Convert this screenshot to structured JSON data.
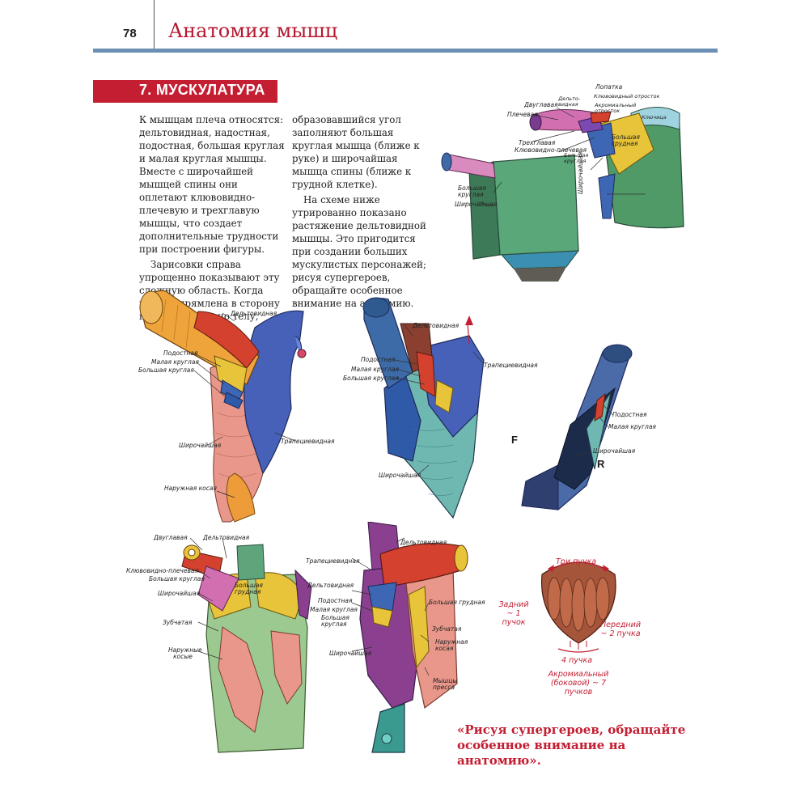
{
  "header": {
    "page_number": "78",
    "title": "Анатомия мышц"
  },
  "section": {
    "title": "7. МУСКУЛАТУРА"
  },
  "body": {
    "col1_p1": "К мышцам плеча относятся: дельтовидная, надостная, подостная, большая круглая и малая круглая мышцы. Вместе с широчайшей мышцей спины они оплетают клювовидно-плечевую и трехглавую мышцы, что создает дополнительные трудности при построении фигуры.",
    "col1_p2": "Зарисовки справа упрощенно показывают эту сложную область. Когда рука выпрямлена в сторону перпендикулярно телу,",
    "col2_p1": "образовавшийся угол заполняют большая круглая мышца (ближе к руке) и широчайшая мышца спины (ближе к грудной клетке).",
    "col2_p2": "На схеме ниже утрированно показано растяжение дельтовидной мышцы. Это пригодится при создании больших мускулистых персонажей; рисуя супергероев, обращайте особенное внимание на анатомию."
  },
  "quote": "«Рисуя супергероев, обращайте особенное внимание на анатомию».",
  "labels": {
    "top": {
      "lopatka": "Лопатка",
      "dvuglavaya": "Двуглавая",
      "plechevaya": "Плечевая",
      "deltovidnaya": "Дельто-видная",
      "kryuk": "Клювовидный отросток",
      "akromialny": "Акромиальный отросток",
      "klyuchitsa": "Ключица",
      "trekhglavaya": "Трехглавая",
      "klyuvovidno": "Клювовидно-плечевая",
      "bolshaya_kruglaya_small": "Большая круглая",
      "bolshaya_grudnaya": "Большая грудная",
      "bolshaya_kruglaya": "Большая круглая",
      "shirochaishaya": "Широчайшая",
      "shirochaishaya_v": "Широчайшая"
    },
    "mid_left": {
      "deltovidnaya": "Дельтовидная",
      "podostnaya": "Подостная",
      "malaya_kruglaya": "Малая круглая",
      "bolshaya_kruglaya": "Большая круглая",
      "shirochaishaya": "Широчайшая",
      "trapetsievidnaya": "Трапециевидная",
      "naruzhnaya_kosaya": "Наружная косая"
    },
    "mid_center": {
      "deltovidnaya": "Дельтовидная",
      "podostnaya": "Подостная",
      "malaya_kruglaya": "Малая круглая",
      "bolshaya_kruglaya": "Большая круглая",
      "trapetsievidnaya": "Трапециевидная",
      "shirochaishaya": "Широчайшая"
    },
    "mid_right": {
      "podostnaya": "Подостная",
      "malaya_kruglaya": "Малая круглая",
      "shirochaishaya": "Широчайшая",
      "letter_f": "F",
      "letter_r": "R"
    },
    "bot_left": {
      "dvuglavaya": "Двуглавая",
      "deltovidnaya": "Дельтовидная",
      "klyuvovidno": "Клювовидно-плечевая",
      "bolshaya_kruglaya": "Большая круглая",
      "shirochaishaya": "Широчайшая",
      "zubchataya": "Зубчатая",
      "naruzhnye_kosye": "Наружные косые",
      "bolshaya_grudnaya": "Большая грудная"
    },
    "bot_center": {
      "deltovidnaya": "Дельтовидная",
      "trapetsievidnaya": "Трапециевидная",
      "deltovidnaya2": "Дельтовидная",
      "podostnaya": "Подостная",
      "malaya_kruglaya": "Малая круглая",
      "bolshaya_kruglaya": "Большая круглая",
      "shirochaishaya": "Широчайшая",
      "bolshaya_grudnaya": "Большая грудная",
      "zubchataya": "Зубчатая",
      "naruzhnaya_kosaya": "Наружная косая",
      "myshtsy_pressa": "Мышцы пресса"
    },
    "deltoid": {
      "tri_puchka": "Три пучка",
      "zadniy": "Задний ~ 1 пучок",
      "peredniy": "Передний ~ 2 пучка",
      "chetyre": "4 пучка",
      "akromialny": "Акромиальный (боковой) ~ 7 пучков"
    }
  },
  "colors": {
    "accent_red": "#c31e32",
    "header_rule": "#6b8fb5",
    "skin_pink": "#e8978a",
    "muscle_red": "#d4412e",
    "muscle_orange": "#f0a23a",
    "muscle_blue": "#4761b8",
    "muscle_teal": "#6fb8b2",
    "muscle_green": "#5ea57b",
    "muscle_yellow": "#e8c43a",
    "muscle_purple": "#8a3f8f"
  }
}
